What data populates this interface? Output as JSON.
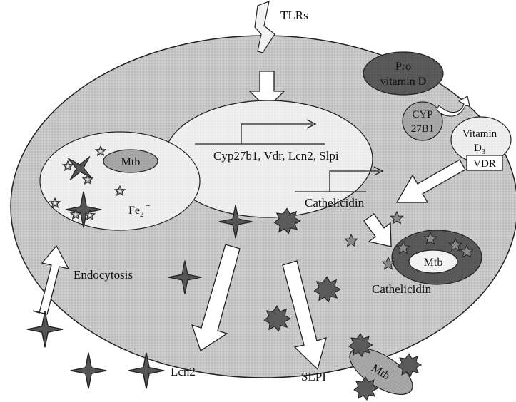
{
  "labels": {
    "tlrs": "TLRs",
    "genes": "Cyp27b1, Vdr, Lcn2, Slpi",
    "cathelicidin_gene": "Cathelicidin",
    "pro_vitamin_line1": "Pro",
    "pro_vitamin_line2": "vitamin D",
    "cyp_line1": "CYP",
    "cyp_line2": "27B1",
    "vitamin_line1": "Vitamin",
    "vitamin_line2_base": "D",
    "vitamin_line2_sub": "3",
    "vdr": "VDR",
    "mtb_phagosome": "Mtb",
    "fe_base": "Fe",
    "fe_sub": "2",
    "fe_sup": "+",
    "endocytosis": "Endocytosis",
    "mtb_cathelicidin": "Mtb",
    "cathelicidin_peptide": "Cathelicidin",
    "lcn2": "Lcn2",
    "slpi": "SLPI",
    "mtb_outside": "Mtb"
  },
  "icons": {
    "siderophore": "small-star-icon",
    "lipocalin": "four-point-star-icon",
    "slpi": "spiky-burst-icon",
    "cathelicidin": "five-point-star-icon"
  },
  "colors": {
    "cell_fill": "#c8c8c8",
    "nucleus_fill": "#ededed",
    "dark_fill": "#5a5a5a",
    "mid_fill": "#a8a8a8",
    "light_fill": "#f2f2f2",
    "stroke": "#222222",
    "arrow_fill": "#ffffff"
  }
}
